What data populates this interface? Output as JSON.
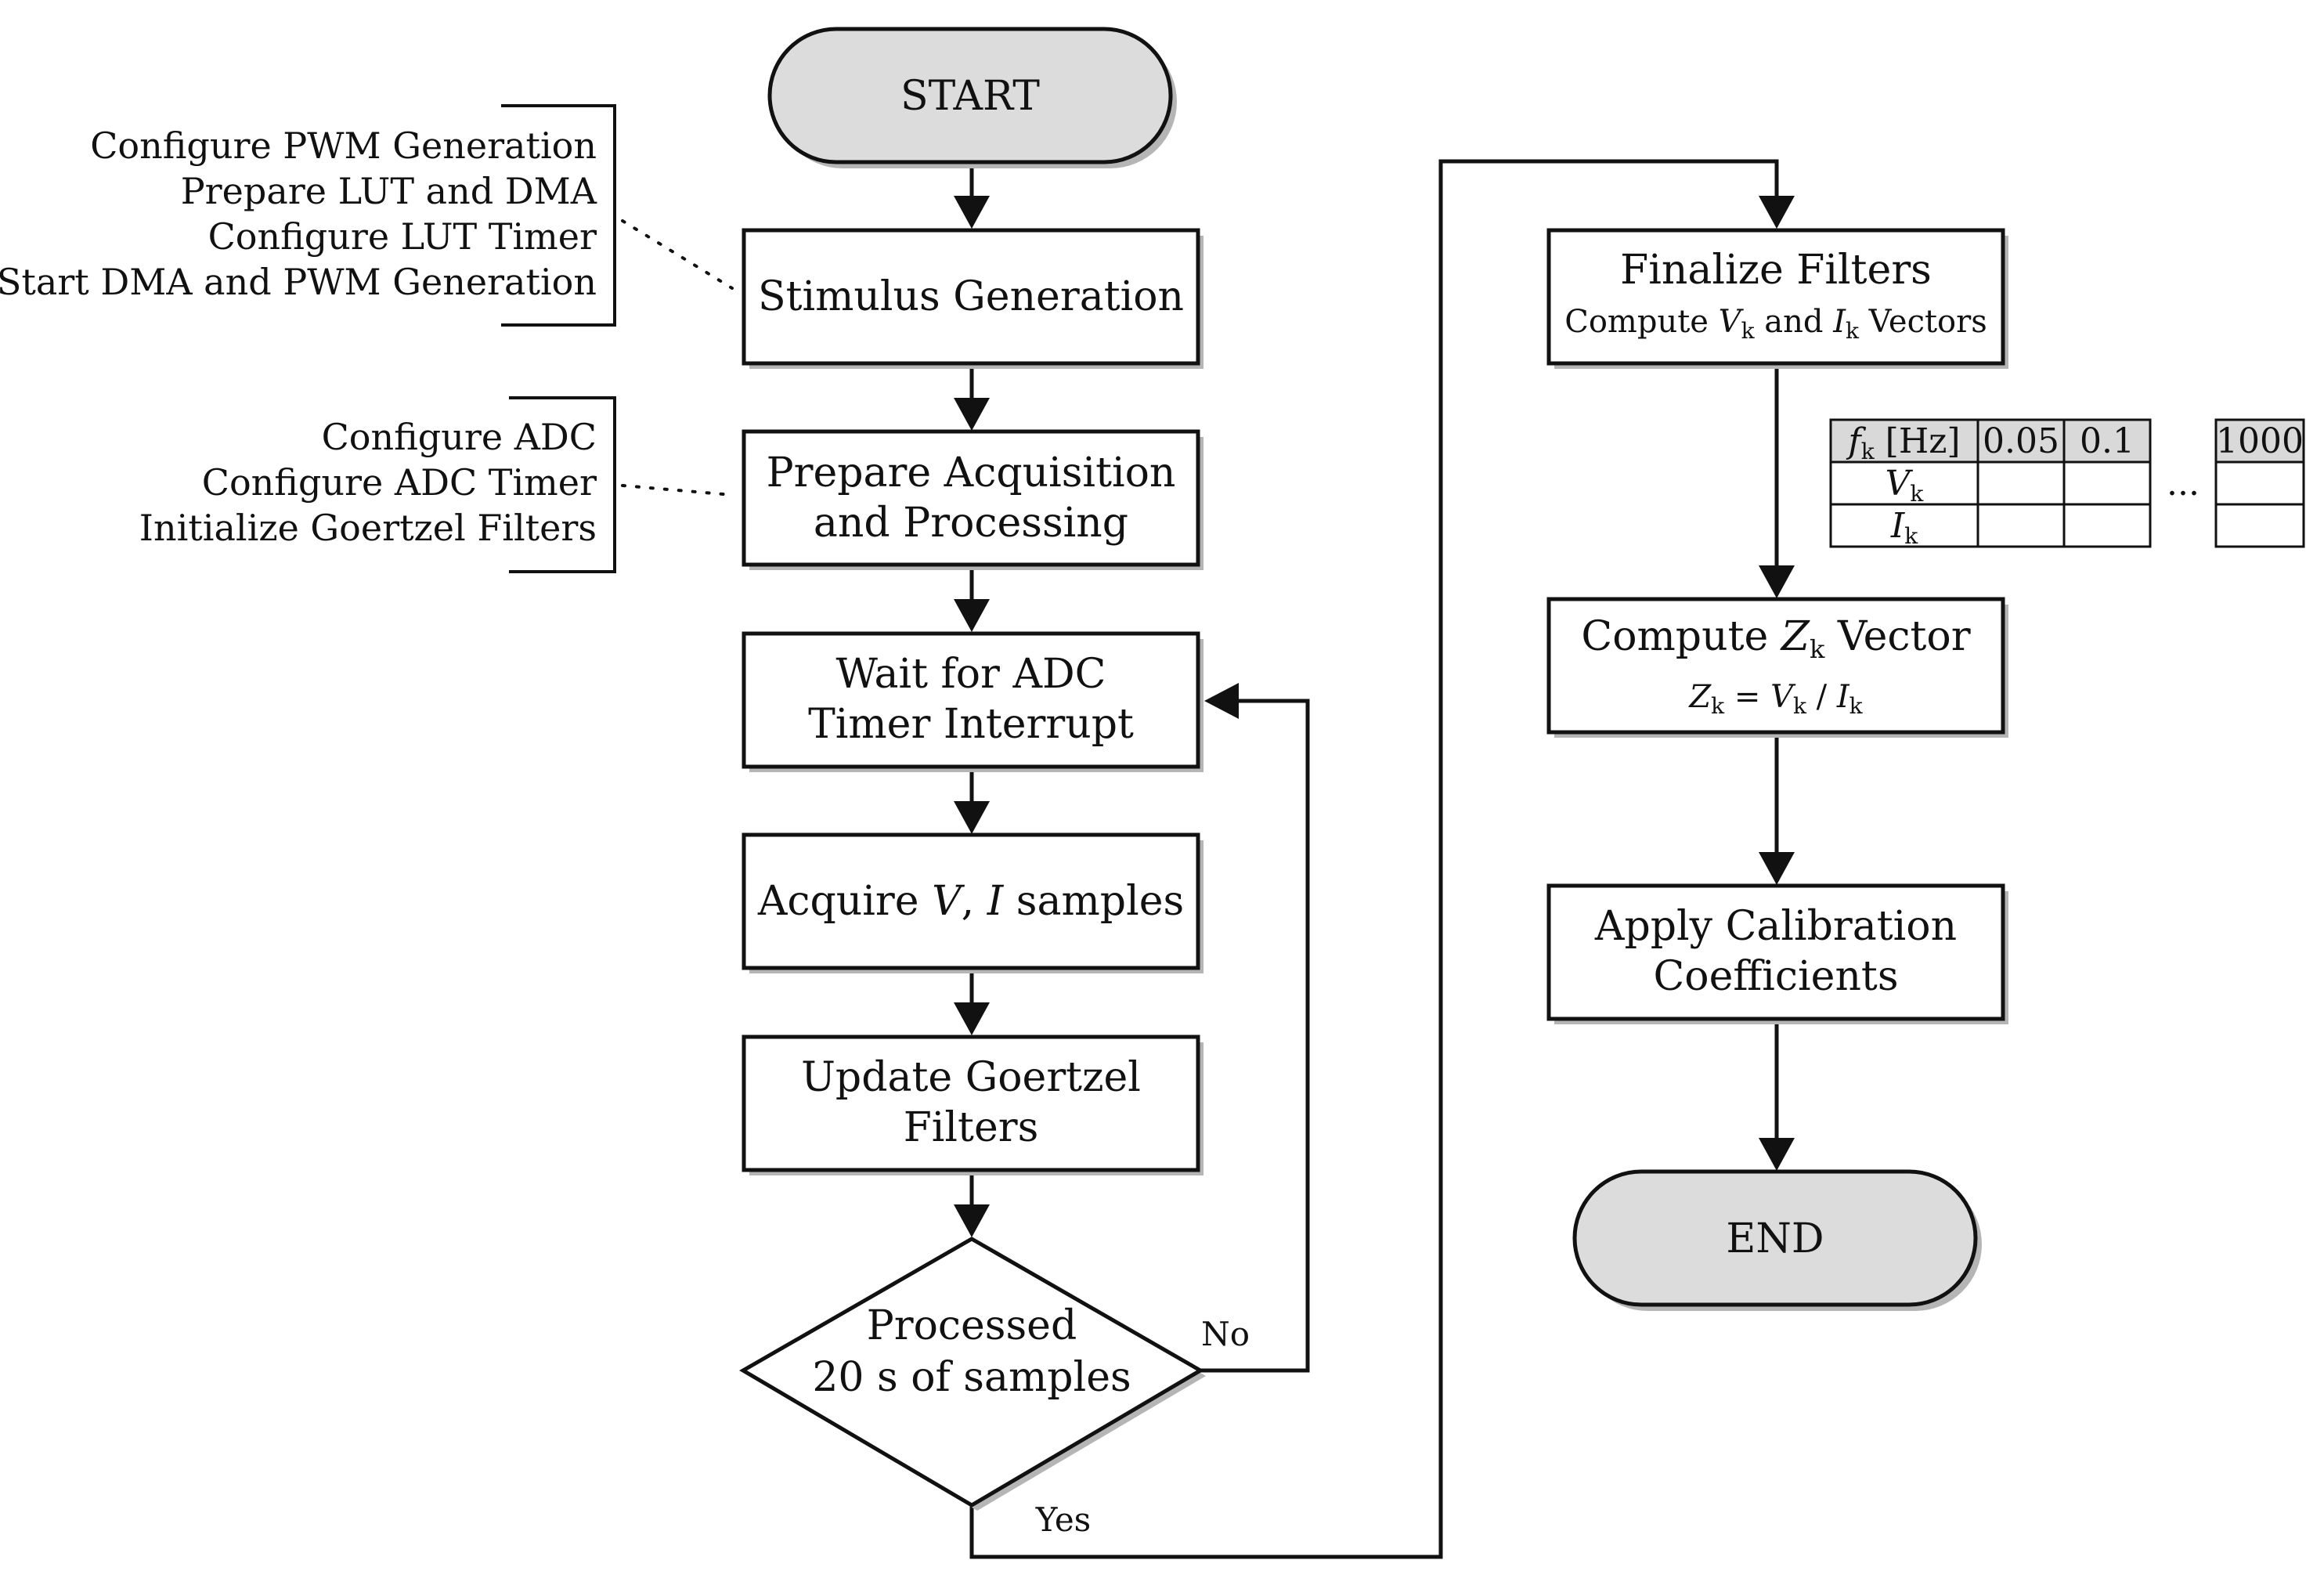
{
  "nodes": {
    "start": "START",
    "stimulus": "Stimulus Generation",
    "prepare": [
      "Prepare Acquisition",
      "and Processing"
    ],
    "wait": [
      "Wait for ADC",
      "Timer Interrupt"
    ],
    "acquire": {
      "prefix": "Acquire ",
      "v": "V",
      "comma": ", ",
      "i": "I",
      "suffix": " samples"
    },
    "update": [
      "Update Goertzel",
      "Filters"
    ],
    "decision": [
      "Processed",
      "20 s of samples"
    ],
    "finalize": {
      "title": "Finalize Filters",
      "sub_prefix": "Compute ",
      "v": "V",
      "k": "k",
      "and": " and ",
      "i": "I",
      "sub_suffix": " Vectors"
    },
    "compute_z": {
      "title_prefix": "Compute ",
      "z": "Z",
      "k": "k",
      "title_suffix": " Vector",
      "eq_z": "Z",
      "eq_eq": " = ",
      "eq_v": "V",
      "eq_div": " / ",
      "eq_i": "I"
    },
    "calibration": [
      "Apply Calibration",
      "Coefficients"
    ],
    "end": "END"
  },
  "edge_labels": {
    "no": "No",
    "yes": "Yes"
  },
  "annotations": {
    "stimulus_notes": [
      "Configure PWM Generation",
      "Prepare LUT and DMA",
      "Configure LUT Timer",
      "Start DMA and PWM Generation"
    ],
    "prepare_notes": [
      "Configure ADC",
      "Configure ADC Timer",
      "Initialize Goertzel Filters"
    ]
  },
  "table": {
    "header_f": "f",
    "header_k": "k",
    "header_unit": " [Hz]",
    "freqs": [
      "0.05",
      "0.1",
      "1000"
    ],
    "ellipsis": "...",
    "row_v": "V",
    "row_i": "I",
    "sub": "k"
  }
}
